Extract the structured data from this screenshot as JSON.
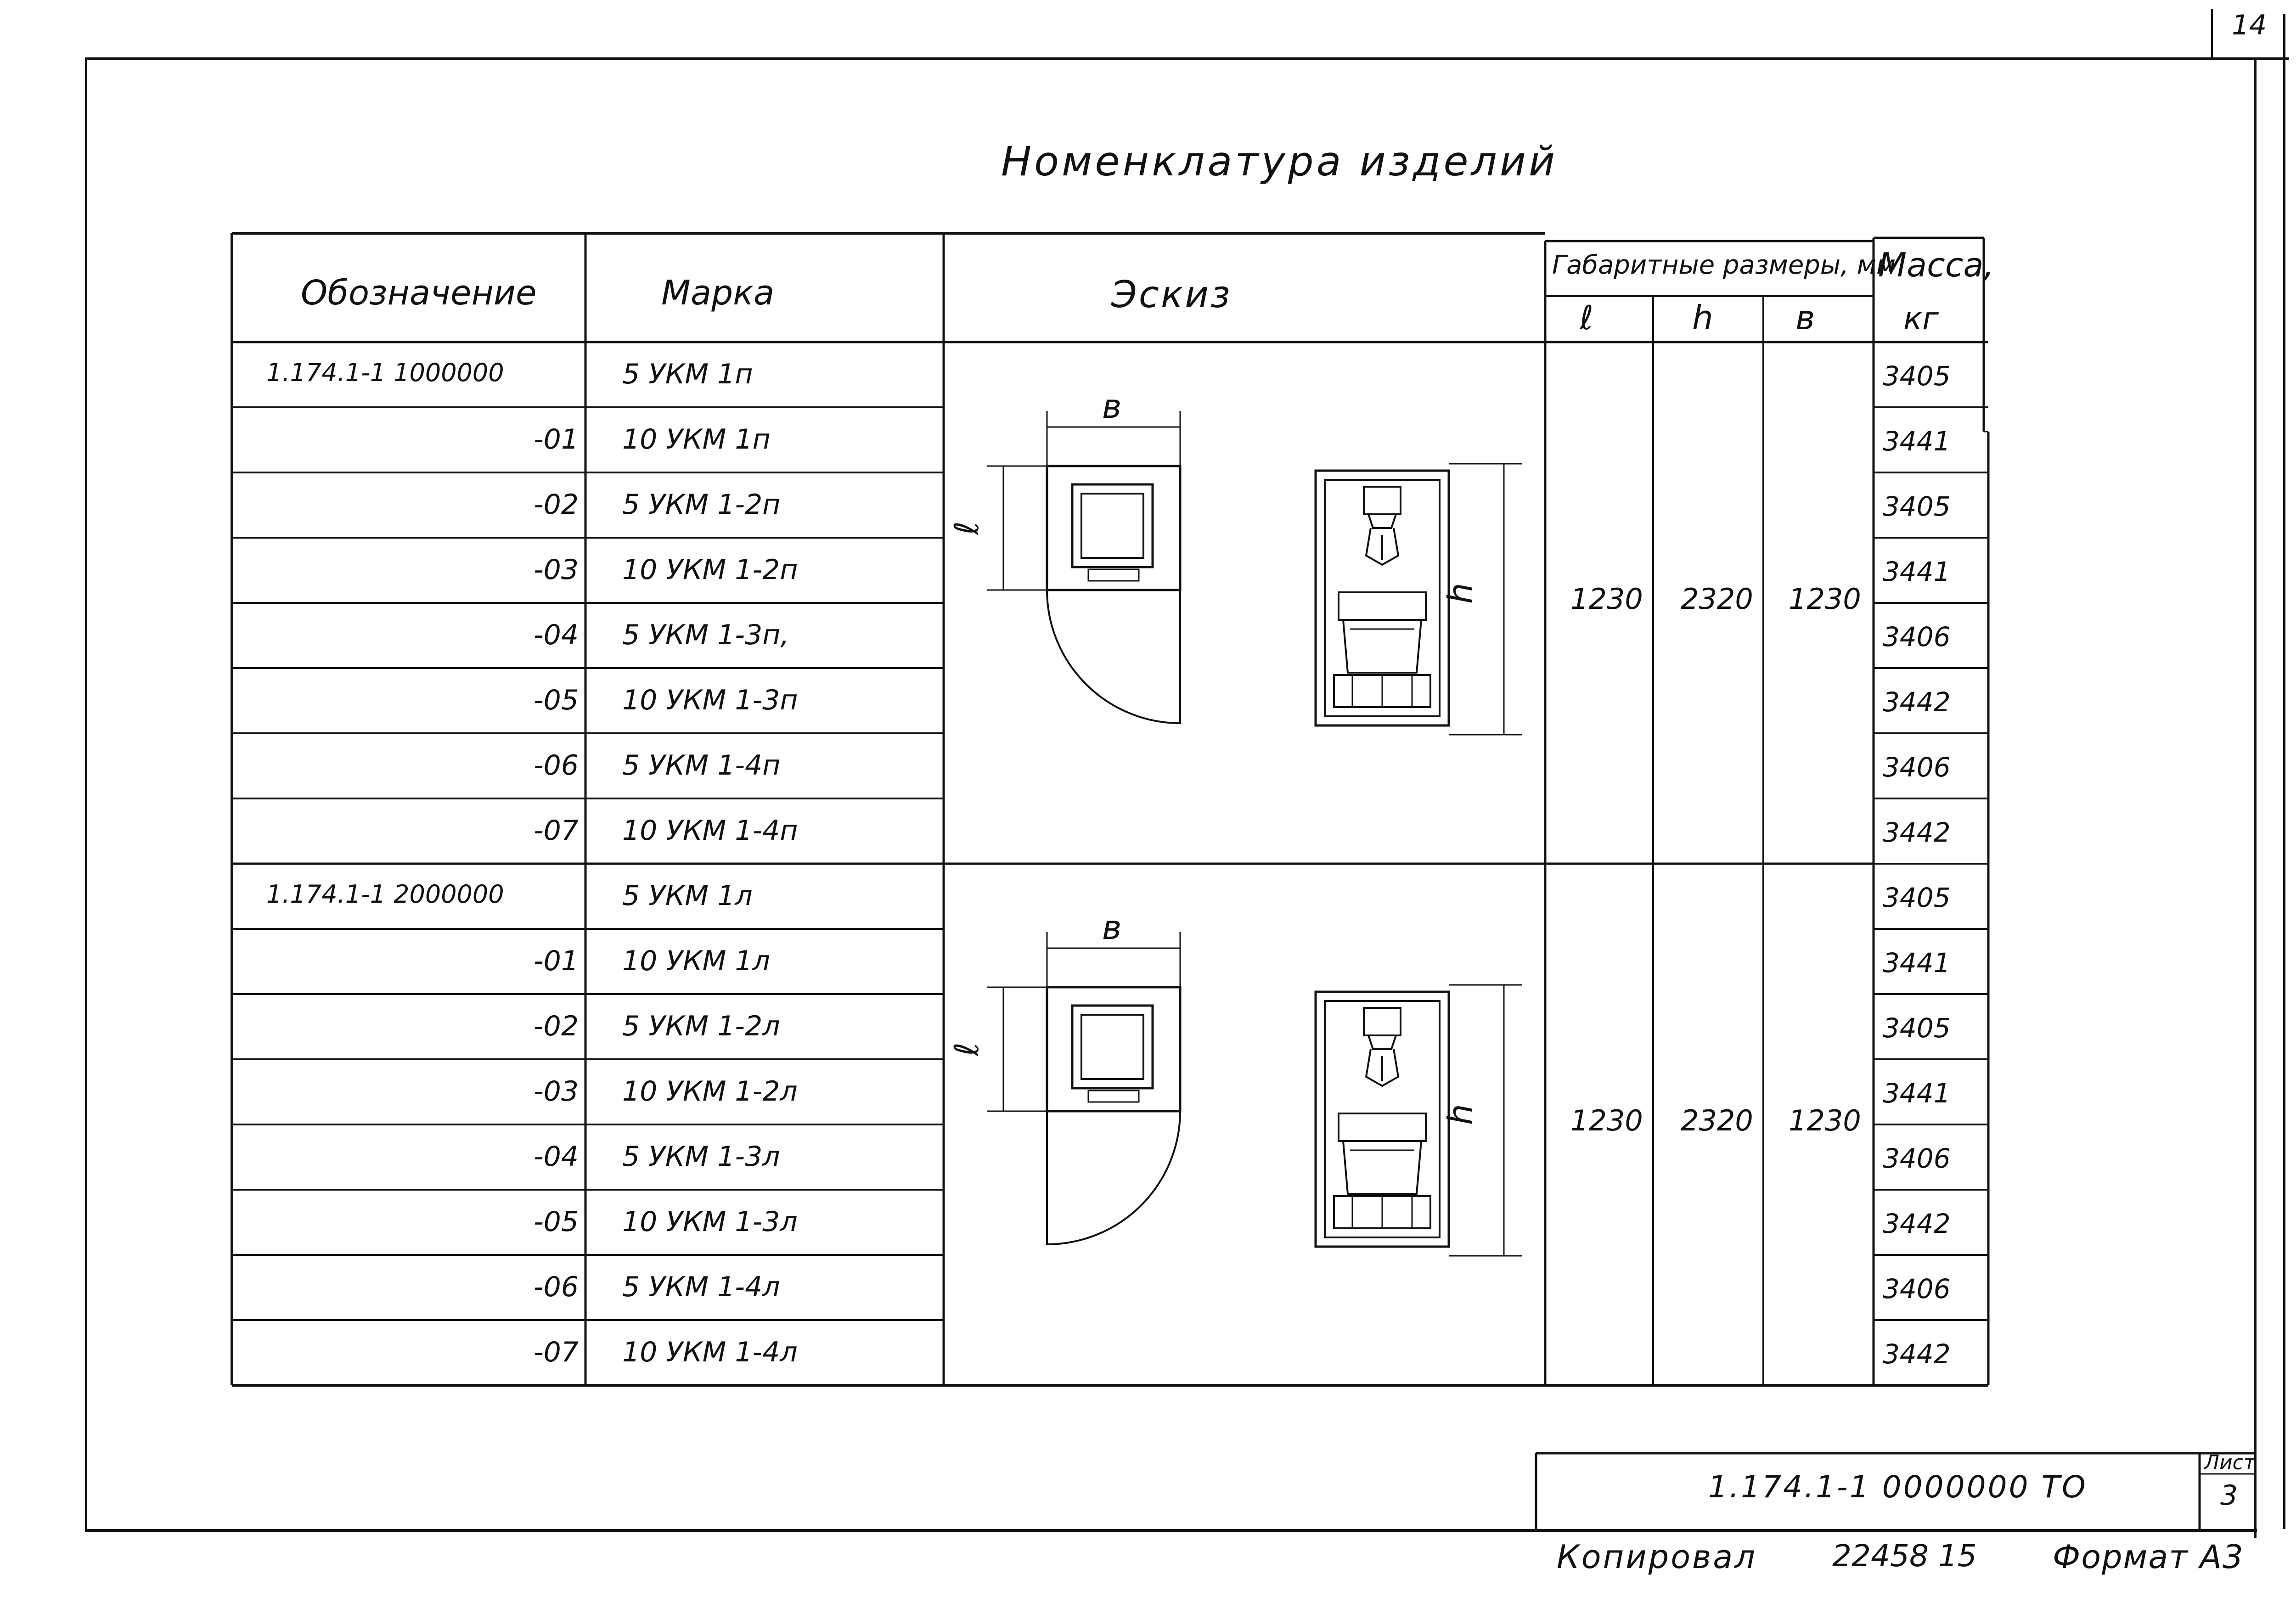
{
  "sheet_corner_number": "14",
  "title": "Номенклатура изделий",
  "headers": {
    "designation": "Обозначение",
    "mark": "Марка",
    "sketch": "Эскиз",
    "overall_dims": "Габаритные размеры, мм",
    "dim_l": "ℓ",
    "dim_h": "h",
    "dim_b": "в",
    "mass": "Масса,",
    "mass_unit": "кг"
  },
  "groups": [
    {
      "base": "1.174.1-1  1000000",
      "dims": {
        "l": "1230",
        "h": "2320",
        "b": "1230"
      },
      "rows": [
        {
          "suffix": "",
          "mark": "5 УКМ 1п",
          "mass": "3405"
        },
        {
          "suffix": "-01",
          "mark": "10 УКМ 1п",
          "mass": "3441"
        },
        {
          "suffix": "-02",
          "mark": "5 УКМ 1-2п",
          "mass": "3405"
        },
        {
          "suffix": "-03",
          "mark": "10 УКМ 1-2п",
          "mass": "3441"
        },
        {
          "suffix": "-04",
          "mark": "5 УКМ 1-3п,",
          "mass": "3406"
        },
        {
          "suffix": "-05",
          "mark": "10 УКМ 1-3п",
          "mass": "3442"
        },
        {
          "suffix": "-06",
          "mark": "5 УКМ 1-4п",
          "mass": "3406"
        },
        {
          "suffix": "-07",
          "mark": "10 УКМ 1-4п",
          "mass": "3442"
        }
      ],
      "sketch_labels": {
        "b": "в",
        "l": "ℓ",
        "h": "h"
      }
    },
    {
      "base": "1.174.1-1  2000000",
      "dims": {
        "l": "1230",
        "h": "2320",
        "b": "1230"
      },
      "rows": [
        {
          "suffix": "",
          "mark": "5 УКМ 1л",
          "mass": "3405"
        },
        {
          "suffix": "-01",
          "mark": "10 УКМ 1л",
          "mass": "3441"
        },
        {
          "suffix": "-02",
          "mark": "5 УКМ 1-2л",
          "mass": "3405"
        },
        {
          "suffix": "-03",
          "mark": "10 УКМ 1-2л",
          "mass": "3441"
        },
        {
          "suffix": "-04",
          "mark": "5 УКМ 1-3л",
          "mass": "3406"
        },
        {
          "suffix": "-05",
          "mark": "10 УКМ 1-3л",
          "mass": "3442"
        },
        {
          "suffix": "-06",
          "mark": "5 УКМ 1-4л",
          "mass": "3406"
        },
        {
          "suffix": "-07",
          "mark": "10 УКМ 1-4л",
          "mass": "3442"
        }
      ],
      "sketch_labels": {
        "b": "в",
        "l": "ℓ",
        "h": "h"
      }
    }
  ],
  "stamp": {
    "document_code": "1.174.1-1  0000000 ТО",
    "sheet_label": "Лист",
    "sheet_number": "3"
  },
  "footer": {
    "copied_by": "Копировал",
    "order_number": "22458  15",
    "format": "Формат А3"
  }
}
